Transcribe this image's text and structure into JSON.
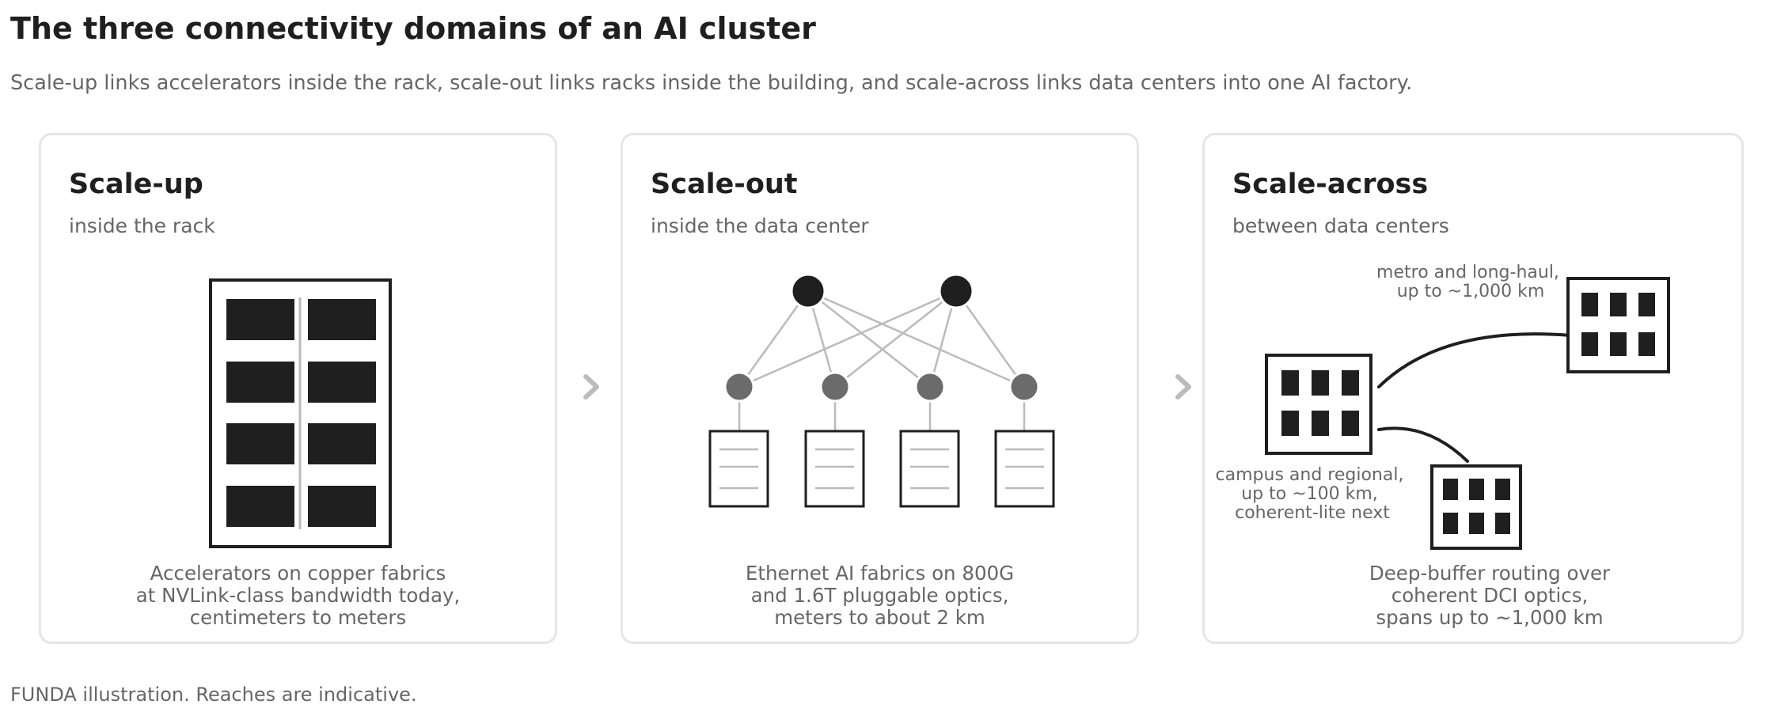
{
  "header": {
    "title": "The three connectivity domains of an AI cluster",
    "subtitle": "Scale-up links accelerators inside the rack, scale-out links racks inside the building, and scale-across links data centers into one AI factory."
  },
  "panels": [
    {
      "title": "Scale-up",
      "subtitle": "inside the rack",
      "caption": [
        "Accelerators on copper fabrics",
        "at NVLink-class bandwidth today,",
        "centimeters to meters"
      ]
    },
    {
      "title": "Scale-out",
      "subtitle": "inside the data center",
      "caption": [
        "Ethernet AI fabrics on 800G",
        "and 1.6T pluggable optics,",
        "meters to about 2 km"
      ]
    },
    {
      "title": "Scale-across",
      "subtitle": "between data centers",
      "caption": [
        "Deep-buffer routing over",
        "coherent DCI optics,",
        "spans up to ~1,000 km"
      ],
      "labels": {
        "metro": [
          "metro and long-haul,",
          "up to ~1,000 km"
        ],
        "campus": [
          "campus and regional,",
          "up to ~100 km,",
          "coherent-lite next"
        ]
      }
    }
  ],
  "footer": "FUNDA illustration. Reaches are indicative.",
  "colors": {
    "ink": "#1f1f1f",
    "muted": "#666666",
    "line": "#bbbbbb",
    "border": "#e6e6e6",
    "mid_node": "#6b6b6b"
  }
}
